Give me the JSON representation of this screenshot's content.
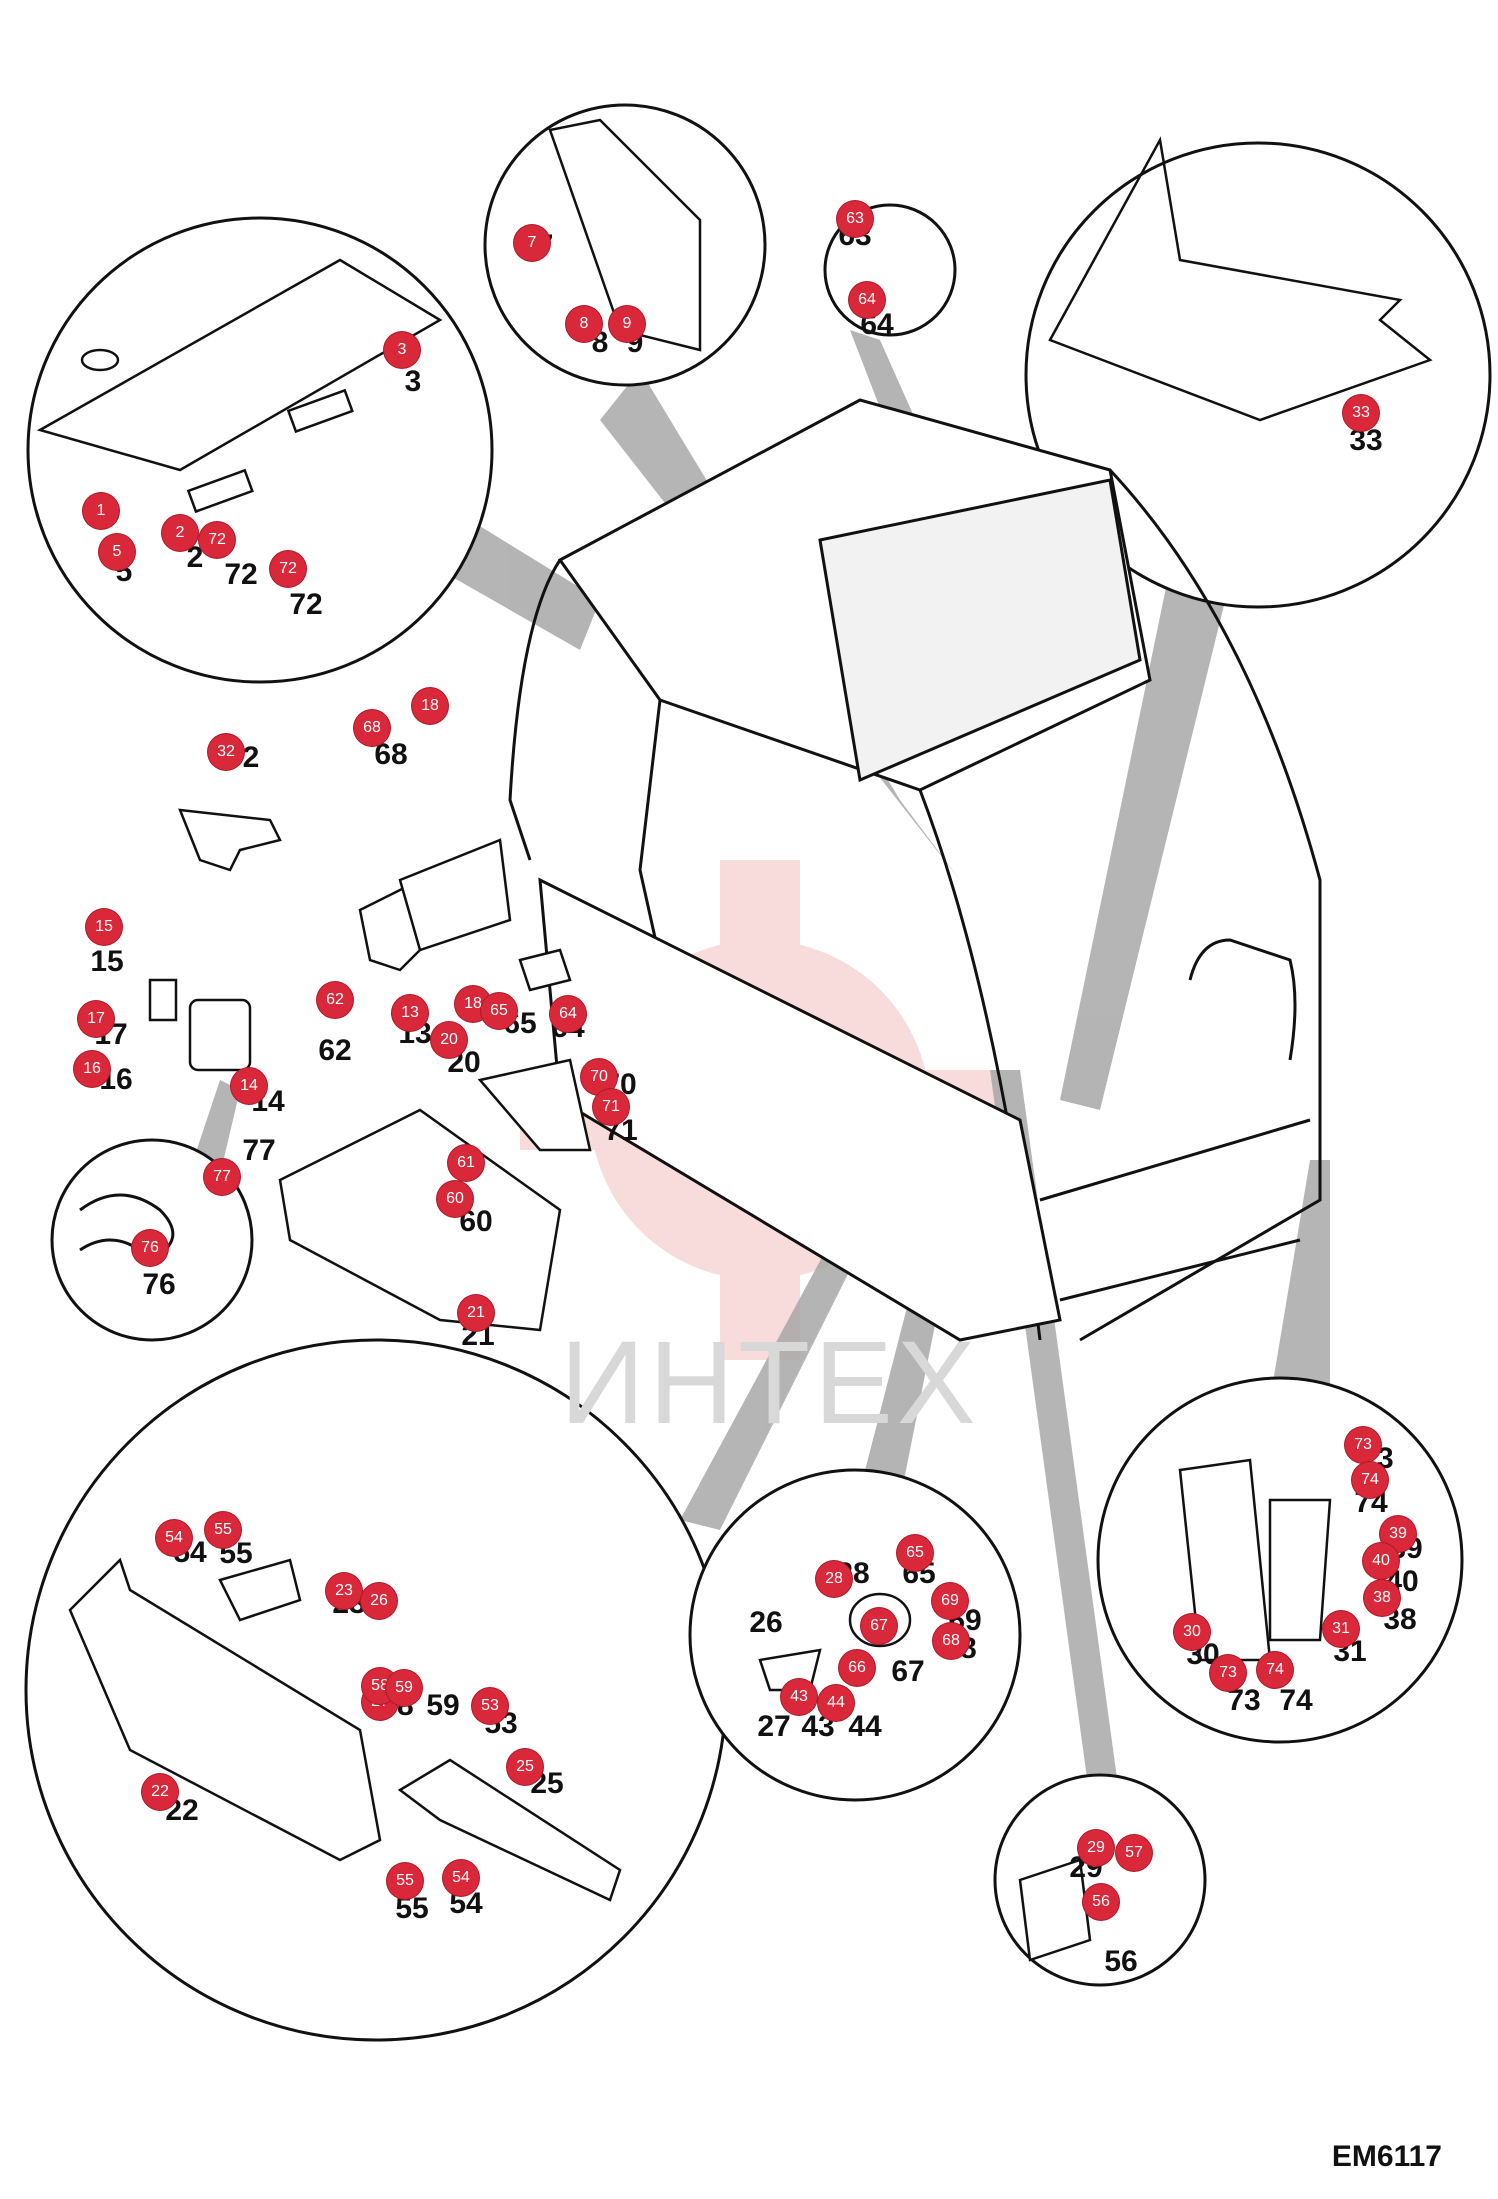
{
  "drawing_code": "EM6117",
  "watermark": "ИНТЕХ",
  "callouts": [
    {
      "n": "1"
    },
    {
      "n": "2"
    },
    {
      "n": "3"
    },
    {
      "n": "5"
    },
    {
      "n": "7"
    },
    {
      "n": "8"
    },
    {
      "n": "9"
    },
    {
      "n": "13"
    },
    {
      "n": "14"
    },
    {
      "n": "15"
    },
    {
      "n": "16"
    },
    {
      "n": "17"
    },
    {
      "n": "18"
    },
    {
      "n": "18"
    },
    {
      "n": "20"
    },
    {
      "n": "21"
    },
    {
      "n": "22"
    },
    {
      "n": "23"
    },
    {
      "n": "25"
    },
    {
      "n": "26"
    },
    {
      "n": "27"
    },
    {
      "n": "28"
    },
    {
      "n": "29"
    },
    {
      "n": "30"
    },
    {
      "n": "31"
    },
    {
      "n": "32"
    },
    {
      "n": "33"
    },
    {
      "n": "38"
    },
    {
      "n": "39"
    },
    {
      "n": "40"
    },
    {
      "n": "43"
    },
    {
      "n": "44"
    },
    {
      "n": "53"
    },
    {
      "n": "54"
    },
    {
      "n": "54"
    },
    {
      "n": "55"
    },
    {
      "n": "55"
    },
    {
      "n": "56"
    },
    {
      "n": "57"
    },
    {
      "n": "58"
    },
    {
      "n": "59"
    },
    {
      "n": "60"
    },
    {
      "n": "61"
    },
    {
      "n": "62"
    },
    {
      "n": "63"
    },
    {
      "n": "64"
    },
    {
      "n": "64"
    },
    {
      "n": "65"
    },
    {
      "n": "65"
    },
    {
      "n": "66"
    },
    {
      "n": "67"
    },
    {
      "n": "68"
    },
    {
      "n": "68"
    },
    {
      "n": "69"
    },
    {
      "n": "70"
    },
    {
      "n": "71"
    },
    {
      "n": "72"
    },
    {
      "n": "72"
    },
    {
      "n": "73"
    },
    {
      "n": "73"
    },
    {
      "n": "74"
    },
    {
      "n": "74"
    },
    {
      "n": "76"
    },
    {
      "n": "77"
    }
  ],
  "part_labels": [
    {
      "t": "3"
    },
    {
      "t": "5"
    },
    {
      "t": "2"
    },
    {
      "t": "72"
    },
    {
      "t": "72"
    },
    {
      "t": "7"
    },
    {
      "t": "8"
    },
    {
      "t": "9"
    },
    {
      "t": "63"
    },
    {
      "t": "64"
    },
    {
      "t": "33"
    },
    {
      "t": "68"
    },
    {
      "t": "2"
    },
    {
      "t": "15"
    },
    {
      "t": "62"
    },
    {
      "t": "13"
    },
    {
      "t": "65"
    },
    {
      "t": "64"
    },
    {
      "t": "20"
    },
    {
      "t": "70"
    },
    {
      "t": "71"
    },
    {
      "t": "17"
    },
    {
      "t": "16"
    },
    {
      "t": "14"
    },
    {
      "t": "77"
    },
    {
      "t": "60"
    },
    {
      "t": "21"
    },
    {
      "t": "76"
    },
    {
      "t": "54"
    },
    {
      "t": "55"
    },
    {
      "t": "23"
    },
    {
      "t": "58"
    },
    {
      "t": "59"
    },
    {
      "t": "53"
    },
    {
      "t": "22"
    },
    {
      "t": "25"
    },
    {
      "t": "55"
    },
    {
      "t": "54"
    },
    {
      "t": "28"
    },
    {
      "t": "65"
    },
    {
      "t": "69"
    },
    {
      "t": "26"
    },
    {
      "t": "68"
    },
    {
      "t": "67"
    },
    {
      "t": "27"
    },
    {
      "t": "43"
    },
    {
      "t": "44"
    },
    {
      "t": "73"
    },
    {
      "t": "74"
    },
    {
      "t": "39"
    },
    {
      "t": "40"
    },
    {
      "t": "38"
    },
    {
      "t": "30"
    },
    {
      "t": "31"
    },
    {
      "t": "73"
    },
    {
      "t": "74"
    },
    {
      "t": "29"
    },
    {
      "t": "56"
    }
  ],
  "colors": {
    "callout": "#d8283a",
    "line": "#111111",
    "pointer": "#9a9a9a",
    "watermark": "#f3c8c8"
  }
}
